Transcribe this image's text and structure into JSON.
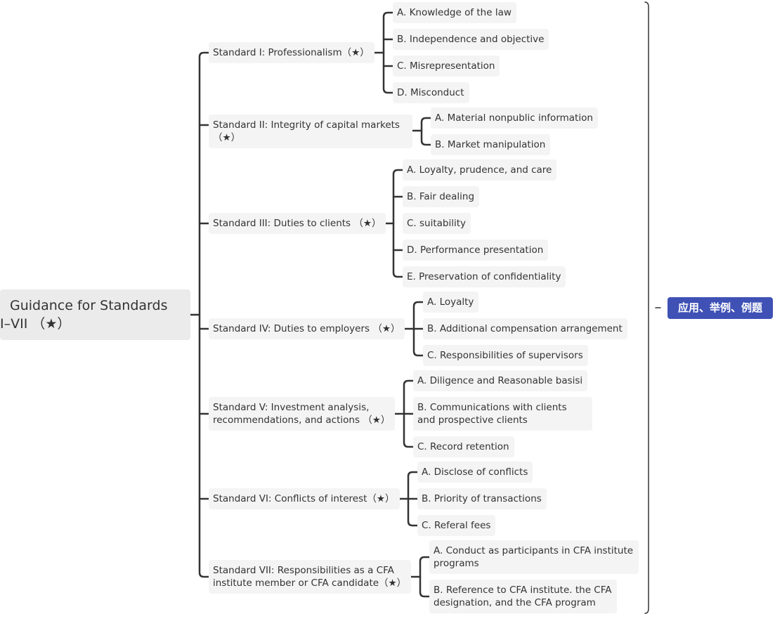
{
  "root": {
    "title_line1": "Guidance for Standards",
    "title_line2": "I–VII （★）"
  },
  "summary_tag": "应用、举例、例题",
  "standards": [
    {
      "label": "Standard I: Professionalism（★）",
      "children": [
        "A. Knowledge of the law",
        "B. Independence and objective",
        "C. Misrepresentation",
        "D. Misconduct"
      ]
    },
    {
      "label": "Standard II: Integrity of capital markets（★）",
      "children": [
        "A. Material nonpublic information",
        "B. Market manipulation"
      ]
    },
    {
      "label": "Standard III: Duties to clients （★）",
      "children": [
        "A. Loyalty, prudence, and care",
        "B. Fair dealing",
        "C. suitability",
        "D. Performance presentation",
        "E. Preservation of confidentiality"
      ]
    },
    {
      "label": "Standard IV: Duties to employers （★）",
      "children": [
        "A. Loyalty",
        "B. Additional compensation arrangement",
        "C. Responsibilities of supervisors"
      ]
    },
    {
      "label": "Standard V: Investment analysis, recommendations, and actions （★）",
      "children": [
        "A. Diligence and Reasonable basisi",
        "B. Communications with clients and prospective clients",
        "C. Record retention"
      ]
    },
    {
      "label": "Standard VI: Conflicts of interest（★）",
      "children": [
        "A. Disclose of conflicts",
        "B. Priority of transactions",
        "C. Referal fees"
      ]
    },
    {
      "label": "Standard VII: Responsibilities as a CFA institute member or CFA candidate（★）",
      "children": [
        "A. Conduct as participants in CFA institute programs",
        "B. Reference to CFA institute. the CFA designation, and the CFA program"
      ]
    }
  ]
}
